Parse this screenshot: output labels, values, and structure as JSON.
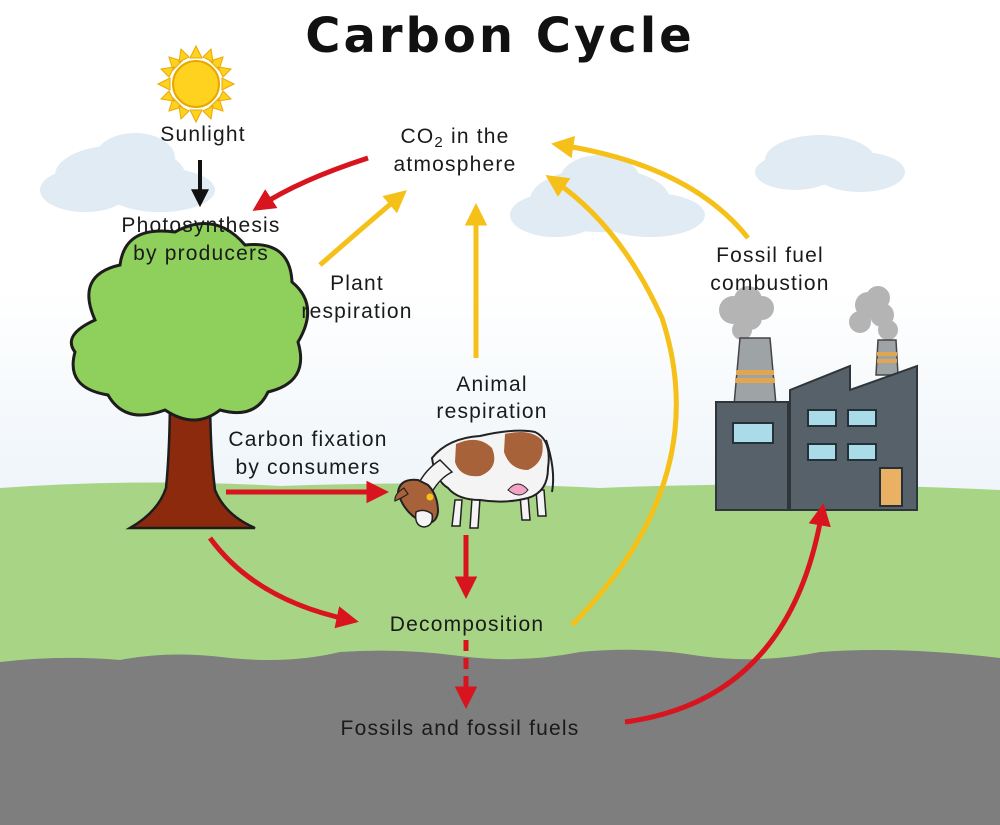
{
  "title": "Carbon Cycle",
  "labels": {
    "sunlight": "Sunlight",
    "co2_prefix": "CO",
    "co2_sub": "2",
    "co2_suffix": " in the",
    "atmosphere": "atmosphere",
    "photosynthesis_1": "Photosynthesis",
    "photosynthesis_2": "by producers",
    "plant_resp_1": "Plant",
    "plant_resp_2": "respiration",
    "fossil_comb_1": "Fossil fuel",
    "fossil_comb_2": "combustion",
    "animal_resp_1": "Animal",
    "animal_resp_2": "respiration",
    "carbon_fix_1": "Carbon fixation",
    "carbon_fix_2": "by consumers",
    "decomposition": "Decomposition",
    "fossils": "Fossils and fossil fuels"
  },
  "colors": {
    "sky_top": "#ffffff",
    "sky_bottom": "#d7e7f2",
    "grass": "#a8d585",
    "ground": "#7e7e7e",
    "red_arrow": "#d8141e",
    "yellow_arrow": "#f5c018",
    "black_arrow": "#111111",
    "tree_foliage": "#8fd05c",
    "tree_trunk": "#8b2a0c",
    "factory": "#56616a",
    "cow_spots": "#a8623a",
    "sun": "#ffd21f"
  },
  "icons": [
    "sun-icon",
    "cloud-icon",
    "tree-icon",
    "cow-icon",
    "factory-icon",
    "smoke-icon"
  ]
}
